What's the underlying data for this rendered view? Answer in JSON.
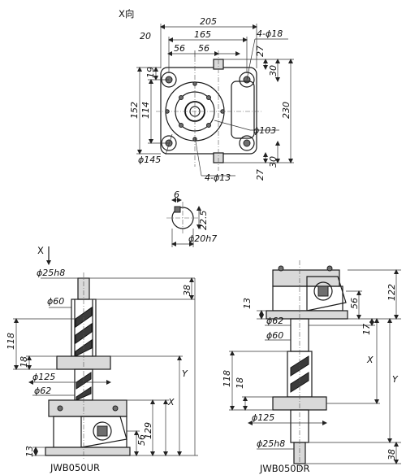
{
  "top_view": {
    "title": "X向",
    "dim_205": "205",
    "dim_165": "165",
    "dim_20": "20",
    "dim_56a": "56",
    "dim_56b": "56",
    "dim_4phi18": "4-ϕ18",
    "dim_27a": "27",
    "dim_30a": "30",
    "dim_19": "19",
    "dim_152": "152",
    "dim_114": "114",
    "dim_230": "230",
    "dim_phi103": "ϕ103",
    "dim_phi145": "ϕ145",
    "dim_4phi13": "4-ϕ13",
    "dim_27b": "27",
    "dim_30b": "30"
  },
  "shaft_section": {
    "dim_6": "6",
    "dim_22_5": "22.5",
    "dim_phi20h7": "ϕ20h7"
  },
  "left_view": {
    "x_arrow": "X",
    "dim_phi25h8": "ϕ25h8",
    "dim_38": "38",
    "dim_phi60": "ϕ60",
    "dim_118": "118",
    "dim_18": "18",
    "dim_phi125": "ϕ125",
    "dim_phi62": "ϕ62",
    "dim_Y": "Y",
    "dim_X": "X",
    "dim_129": "129",
    "dim_56": "56",
    "dim_13": "13",
    "model": "JWB050UR"
  },
  "right_view": {
    "dim_13": "13",
    "dim_56": "56",
    "dim_122": "122",
    "dim_phi62": "ϕ62",
    "dim_17": "17",
    "dim_phi60": "ϕ60",
    "dim_X": "X",
    "dim_118": "118",
    "dim_18": "18",
    "dim_Y": "Y",
    "dim_phi125": "ϕ125",
    "dim_phi25h8": "ϕ25h8",
    "dim_38": "38",
    "model": "JWB050DR"
  }
}
